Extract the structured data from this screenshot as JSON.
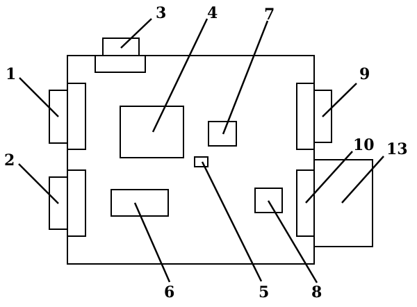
{
  "labels": {
    "l1": "1",
    "l2": "2",
    "l3": "3",
    "l4": "4",
    "l5": "5",
    "l6": "6",
    "l7": "7",
    "l8": "8",
    "l9": "9",
    "l10": "10",
    "l13": "13"
  }
}
